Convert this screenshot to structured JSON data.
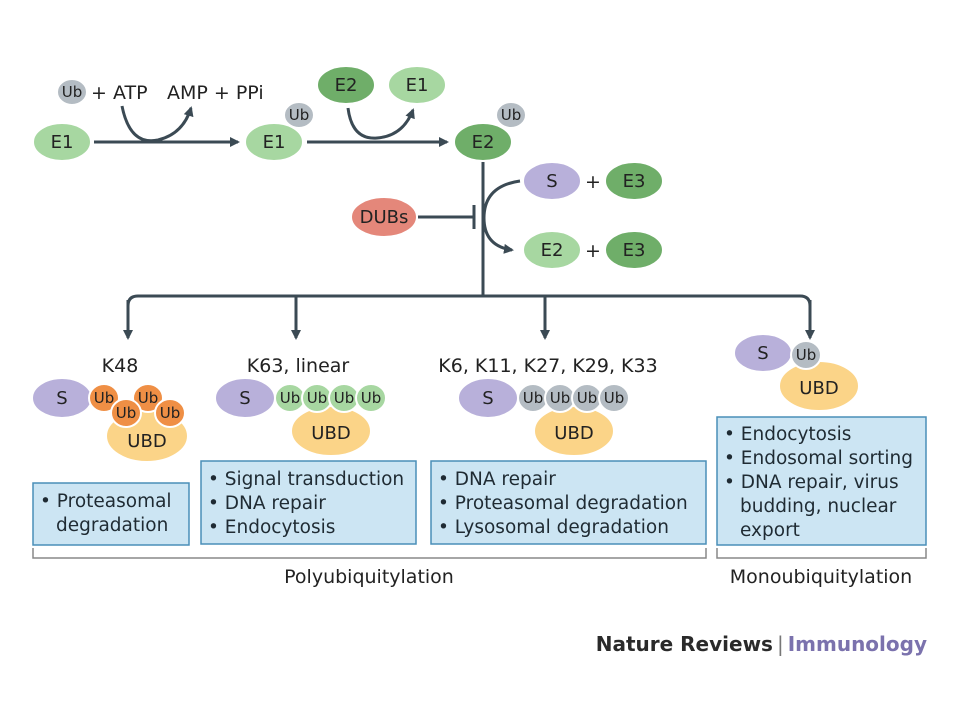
{
  "colors": {
    "green": "#a7d7a1",
    "green_dark": "#6fae69",
    "grey_ub": "#b4bcc3",
    "purple": "#b8b0da",
    "red": "#e4877a",
    "orange": "#ef8f45",
    "yellow": "#fbd488",
    "box_blue": "#cce5f3",
    "arrow": "#3b4a54",
    "journal": "#7b72ad"
  },
  "activation": {
    "ub": "Ub",
    "plus_atp": "+ ATP",
    "amp_ppi": "AMP + PPi",
    "e1": "E1",
    "e2": "E2",
    "e3": "E3",
    "s": "S",
    "plus": "+",
    "dubs": "DUBs"
  },
  "chains": [
    {
      "label": "K48",
      "substrate": "S",
      "ub": "Ub",
      "ubd": "UBD",
      "functions": [
        "• Proteasomal",
        "degradation"
      ]
    },
    {
      "label": "K63, linear",
      "substrate": "S",
      "ub": "Ub",
      "ubd": "UBD",
      "functions": [
        "• Signal transduction",
        "• DNA repair",
        "• Endocytosis"
      ]
    },
    {
      "label": "K6, K11, K27, K29, K33",
      "substrate": "S",
      "ub": "Ub",
      "ubd": "UBD",
      "functions": [
        "• DNA repair",
        "• Proteasomal degradation",
        "• Lysosomal degradation"
      ]
    },
    {
      "label": "",
      "substrate": "S",
      "ub": "Ub",
      "ubd": "UBD",
      "functions": [
        "• Endocytosis",
        "• Endosomal sorting",
        "• DNA repair, virus",
        "budding, nuclear",
        "export"
      ]
    }
  ],
  "groups": {
    "poly": "Polyubiquitylation",
    "mono": "Monoubiquitylation"
  },
  "footer": {
    "publisher": "Nature Reviews",
    "separator": "|",
    "journal": "Immunology"
  }
}
